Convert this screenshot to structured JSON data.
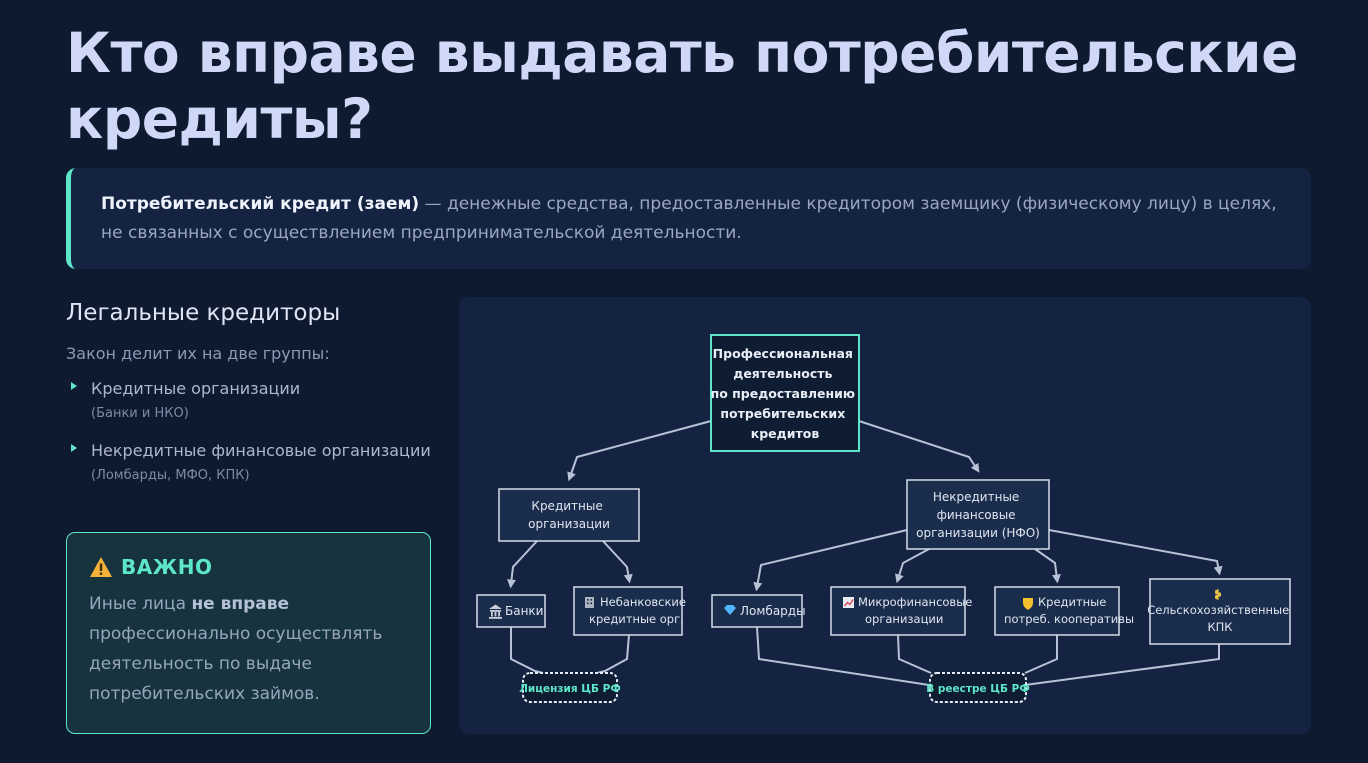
{
  "title": "Кто вправе выдавать потребительские кредиты?",
  "definition": {
    "term": "Потребительский кредит (заем)",
    "text": " — денежные средства, предоставленные кредитором заемщику (физическому лицу) в целях, не связанных с осуществлением предпринимательской деятельности."
  },
  "legal": {
    "heading": "Легальные кредиторы",
    "intro": "Закон делит их на две группы:",
    "groups": [
      {
        "name": "Кредитные организации",
        "note": "(Банки и НКО)"
      },
      {
        "name": "Некредитные финансовые организации",
        "note": "(Ломбарды, МФО, КПК)"
      }
    ]
  },
  "important": {
    "icon": "warning-icon",
    "label": "ВАЖНО",
    "text_before": "Иные лица ",
    "text_bold": "не вправе",
    "text_after": " профессионально осуществлять деятельность по выдаче потребительских займов."
  },
  "diagram": {
    "root": [
      "Профессиональная",
      "деятельность",
      "по предоставлению",
      "потребительских",
      "кредитов"
    ],
    "credit_orgs": [
      "Кредитные",
      "организации"
    ],
    "nfo": [
      "Некредитные",
      "финансовые",
      "организации (НФО)"
    ],
    "banks": {
      "icon": "bank-icon",
      "label": "Банки"
    },
    "nko": {
      "icon": "office-building-icon",
      "lines": [
        "Небанковские",
        "кредитные орг."
      ]
    },
    "pawnshops": {
      "icon": "diamond-icon",
      "label": "Ломбарды"
    },
    "mfo": {
      "icon": "chart-icon",
      "lines": [
        "Микрофинансовые",
        "организации"
      ]
    },
    "kpk": {
      "icon": "shield-icon",
      "lines": [
        "Кредитные",
        "потреб. кооперативы"
      ]
    },
    "skpk": {
      "icon": "wheat-icon",
      "lines": [
        "Сельскохозяйственные",
        "КПК"
      ]
    },
    "license_badge": "Лицензия ЦБ РФ",
    "registry_badge": "В реестре ЦБ РФ",
    "accent_color": "#5ee6c9"
  }
}
